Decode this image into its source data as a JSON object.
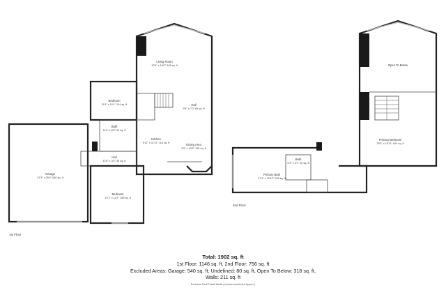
{
  "floors": [
    {
      "label": "1st Floor",
      "rooms": [
        {
          "name": "Living Room",
          "dims": "13'4\" x 18'0\" 348 sq. ft"
        },
        {
          "name": "Bedroom",
          "dims": "11'4\" x 10'1\" 114 sq. ft"
        },
        {
          "name": "Hall",
          "dims": "9'5\" x 7'0\" 66 sq. ft"
        },
        {
          "name": "Bath",
          "dims": "11'4\" x 8'3\" 94 sq. ft"
        },
        {
          "name": "Kitchen",
          "dims": "9'11\" x 11'11\" 118 sq. ft"
        },
        {
          "name": "Dining Area",
          "dims": "9'5\" x 13'5\" 126 sq. ft"
        },
        {
          "name": "Garage",
          "dims": "21'3\" x 25'4\" 540 sq. ft"
        },
        {
          "name": "Hall",
          "dims": "11'8\" x 3'4\" 39 sq. ft"
        },
        {
          "name": "Bedroom",
          "dims": "13'1\" x 14'1\" 185 sq. ft"
        }
      ]
    },
    {
      "label": "2nd Floor",
      "rooms": [
        {
          "name": "Open To Below",
          "dims": ""
        },
        {
          "name": "Primary Bedroom",
          "dims": "33'3\" x 18'11\" 624 sq. ft"
        },
        {
          "name": "Bath",
          "dims": "5'4\" x 4'1\" 22 sq. ft"
        },
        {
          "name": "Primary Bath",
          "dims": "27'4\" x 15'10\" 298 sq. ft"
        }
      ]
    }
  ],
  "summary": {
    "total": "Total: 1902 sq. ft",
    "line1": "1st Floor: 1146 sq. ft, 2nd Floor: 756 sq. ft",
    "line2": "Excluded Areas: Garage: 540 sq. ft, Undefined: 80 sq. ft, Open To Below: 318 sq. ft,",
    "line3": "Walls: 211 sq. ft",
    "disclaimer": "Exclusive Real Estate Media (measurements Are Approx.)"
  },
  "colors": {
    "wall": "#222222",
    "window": "#bbbbbb",
    "background": "#ffffff"
  }
}
